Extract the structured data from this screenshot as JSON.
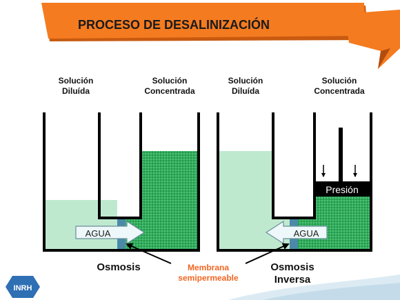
{
  "title": "PROCESO DE DESALINIZACIÓN",
  "panels": {
    "osmosis": {
      "label_dilute": [
        "Solución",
        "Diluída"
      ],
      "label_concentrated": [
        "Solución",
        "Concentrada"
      ],
      "water_label": "AGUA",
      "caption": "Osmosis"
    },
    "reverse_osmosis": {
      "label_dilute": [
        "Solución",
        "Diluída"
      ],
      "label_concentrated": [
        "Solución",
        "Concentrada"
      ],
      "water_label": "AGUA",
      "pressure_label": "Presión",
      "caption": [
        "Osmosis",
        "Inversa"
      ]
    }
  },
  "membrane_label": [
    "Membrana",
    "semipermeable"
  ],
  "logo_text": "INRH",
  "colors": {
    "banner_orange": "#f47b20",
    "banner_dark": "#c85a10",
    "dilute_water": "#bfe9cf",
    "concentrated_water": "#2fae5c",
    "membrane": "#4a8aa8",
    "membrane_label": "#f26522",
    "outline": "#000000"
  }
}
